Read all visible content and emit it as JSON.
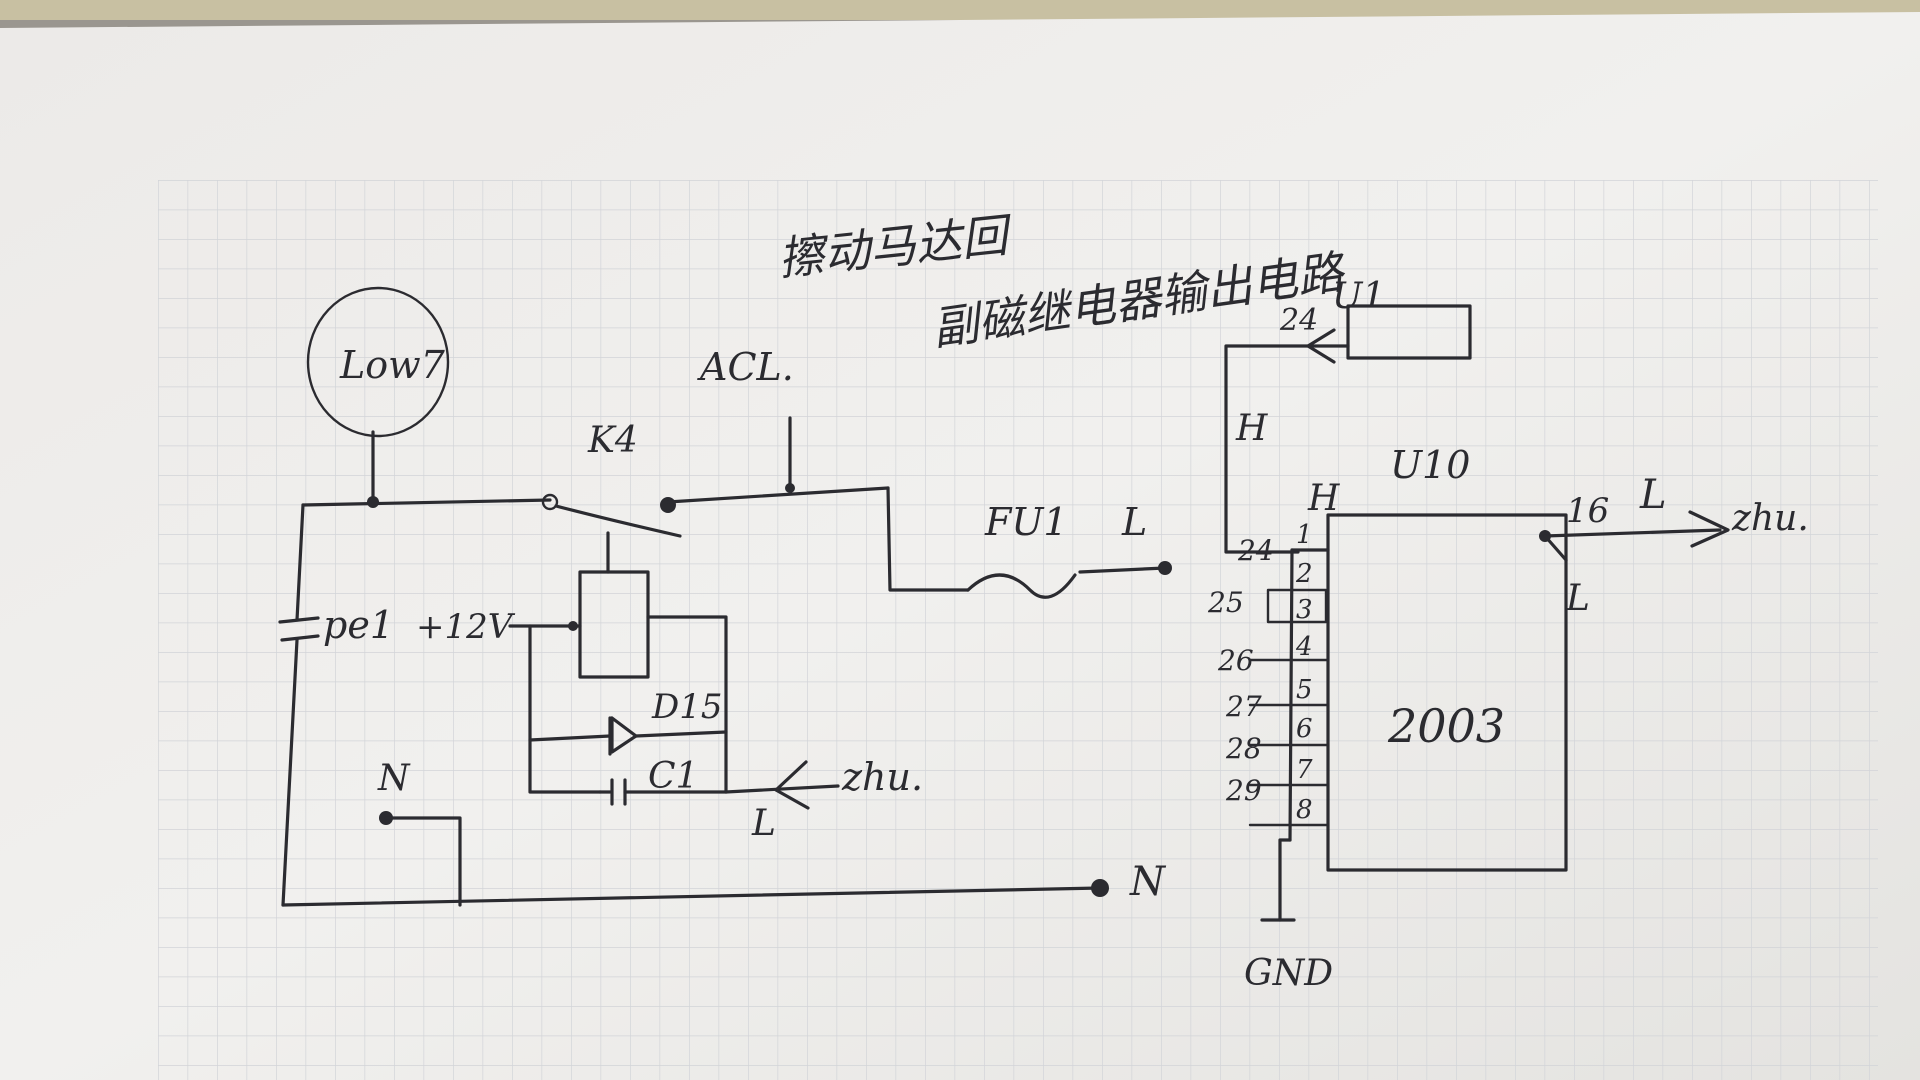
{
  "diagram": {
    "title_line1": "擦动马达回",
    "title_line2": "副磁继电器输出电路",
    "labels": {
      "lamp": "Low7",
      "relay": "K4",
      "acl": "ACL.",
      "fuse": "FU1",
      "fuse_out": "L",
      "cap_left": "pe1",
      "vcc": "+12V",
      "diode": "D15",
      "cap": "C1",
      "relay_input": "zhu.",
      "relay_input_l": "L",
      "n_left": "N",
      "n_right": "N",
      "u1": "U1",
      "u1_pin": "24",
      "h_left": "H",
      "h_top": "H",
      "u10": "U10",
      "chip": "2003",
      "out_pin": "16",
      "out_l": "L",
      "out_to": "zhu.",
      "side_l": "L",
      "gnd": "GND"
    },
    "left_pins": [
      "24",
      "25",
      "26",
      "27",
      "28",
      "29"
    ],
    "inner_pins": [
      "1",
      "2",
      "3",
      "4",
      "5",
      "6",
      "7",
      "8"
    ]
  }
}
